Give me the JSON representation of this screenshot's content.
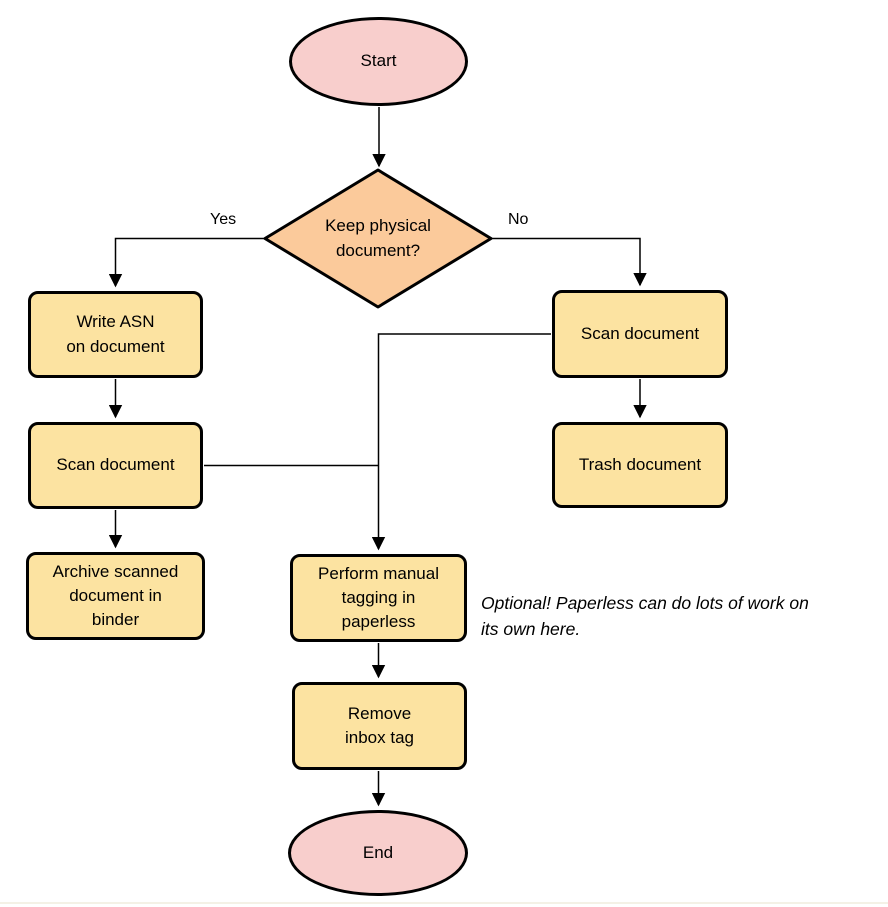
{
  "diagram": {
    "type": "flowchart",
    "nodes": {
      "start": {
        "label": "Start",
        "shape": "terminator"
      },
      "decision": {
        "label": "Keep physical\ndocument?",
        "shape": "decision"
      },
      "write_asn": {
        "label": "Write ASN\non document",
        "shape": "process"
      },
      "scan_left": {
        "label": "Scan document",
        "shape": "process"
      },
      "archive": {
        "label": "Archive scanned\ndocument in\nbinder",
        "shape": "process"
      },
      "scan_right": {
        "label": "Scan document",
        "shape": "process"
      },
      "trash": {
        "label": "Trash document",
        "shape": "process"
      },
      "tagging": {
        "label": "Perform manual\ntagging in\npaperless",
        "shape": "process"
      },
      "remove_inbox": {
        "label": "Remove\ninbox tag",
        "shape": "process"
      },
      "end": {
        "label": "End",
        "shape": "terminator"
      }
    },
    "edge_labels": {
      "yes": "Yes",
      "no": "No"
    },
    "annotation": {
      "text": "Optional! Paperless can do lots of work on\nits own here."
    },
    "colors": {
      "terminator_fill": "#F8CECC",
      "decision_fill": "#FBCA9B",
      "process_fill": "#FCE3A1",
      "stroke": "#000000",
      "text": "#000000"
    }
  }
}
